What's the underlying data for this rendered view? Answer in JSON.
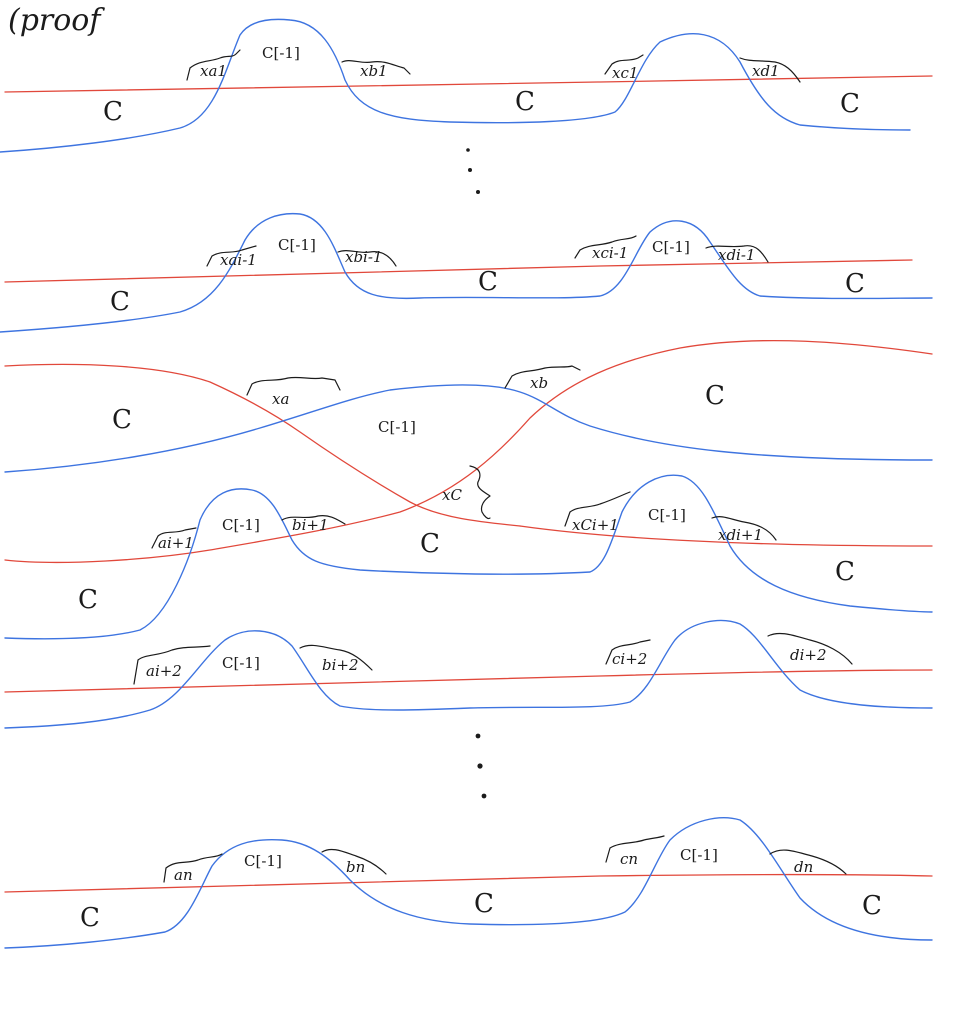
{
  "title": "(proof",
  "colors": {
    "red_curve": "#e1483b",
    "blue_curve": "#3e74e0",
    "ink": "#1b1b1b"
  },
  "rows": [
    {
      "labels": {
        "left": "C",
        "bump1": "C[-1]",
        "mid": "C",
        "right": "C",
        "a": "xa1",
        "b": "xb1",
        "c": "xc1",
        "d": "xd1"
      }
    },
    {
      "labels": {
        "left": "C",
        "bump1": "C[-1]",
        "mid": "C",
        "bump2": "C[-1]",
        "right": "C",
        "a": "xai-1",
        "b": "xbi-1",
        "c": "xci-1",
        "d": "xdi-1"
      }
    },
    {
      "labels": {
        "left": "C",
        "center": "C[-1]",
        "right": "C",
        "a": "xa",
        "b": "xb",
        "c": "xC"
      }
    },
    {
      "labels": {
        "left": "C",
        "bump1": "C[-1]",
        "mid": "C",
        "bump2": "C[-1]",
        "right": "C",
        "a": "ai+1",
        "b": "bi+1",
        "c": "xCi+1",
        "d": "xdi+1"
      }
    },
    {
      "labels": {
        "bump1": "C[-1]",
        "a": "ai+2",
        "b": "bi+2",
        "c": "ci+2",
        "d": "di+2"
      }
    },
    {
      "labels": {
        "left": "C",
        "bump1": "C[-1]",
        "mid": "C",
        "bump2": "C[-1]",
        "right": "C",
        "a": "an",
        "b": "bn",
        "c": "cn",
        "d": "dn"
      }
    }
  ]
}
